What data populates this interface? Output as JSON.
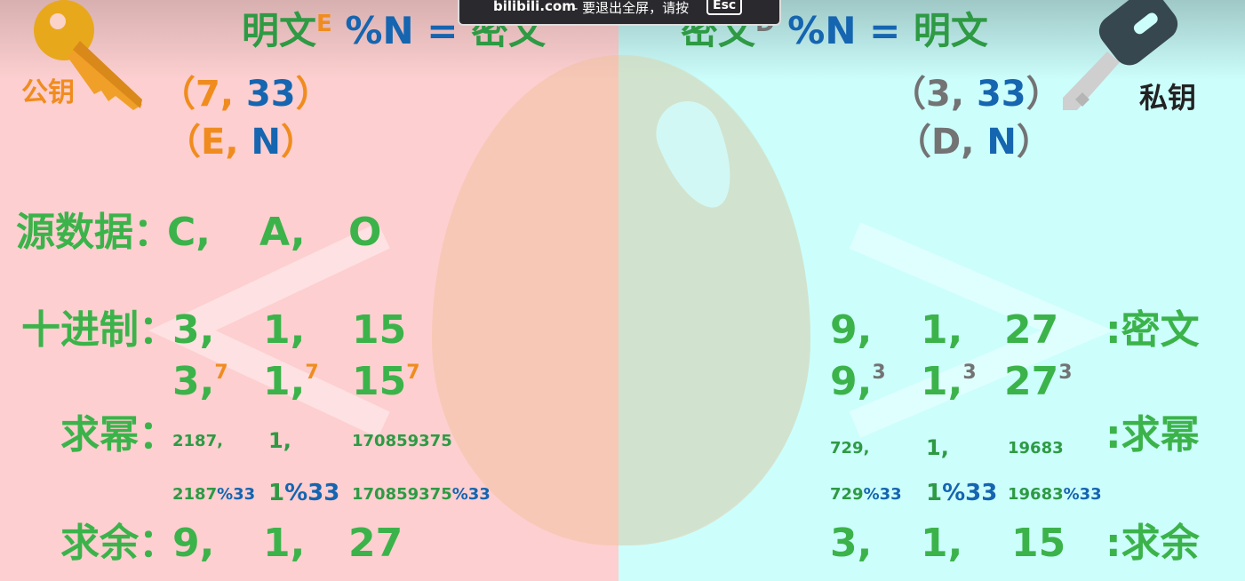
{
  "overlay": {
    "site": "bilibili.com",
    "message": "- 要退出全屏，请按",
    "key": "Esc"
  },
  "left": {
    "formula": {
      "plain": "明文",
      "exp": "E",
      "rest": "%N =",
      "result": "密文"
    },
    "key_label": "公钥",
    "pair": {
      "open": "（",
      "a": "7,",
      "b": "33",
      "close": "）"
    },
    "pair_symbols": {
      "open": "（",
      "a": "E,",
      "b": "N",
      "close": "）"
    },
    "source_label": "源数据：",
    "source": [
      "C,",
      "A,",
      "O"
    ],
    "decimal_label": "十进制：",
    "decimal": [
      "3,",
      "1,",
      "15"
    ],
    "power_base": [
      "3,",
      "1,",
      "15"
    ],
    "power_exp": "7",
    "pow_label": "求幂：",
    "pow_values": [
      "2187,",
      "1,",
      "170859375"
    ],
    "mod_values": [
      {
        "num": "2187",
        "mod": "%33"
      },
      {
        "num": "1",
        "mod": "%33"
      },
      {
        "num": "170859375",
        "mod": "%33"
      }
    ],
    "rem_label": "求余：",
    "rem": [
      "9,",
      "1,",
      "27"
    ]
  },
  "right": {
    "formula": {
      "plain": "密文",
      "exp": "D",
      "rest": "%N =",
      "result": "明文"
    },
    "key_label": "私钥",
    "pair": {
      "open": "（",
      "a": "3,",
      "b": "33",
      "close": "）"
    },
    "pair_symbols": {
      "open": "（",
      "a": "D,",
      "b": "N",
      "close": "）"
    },
    "cipher_label": ":密文",
    "cipher": [
      "9,",
      "1,",
      "27"
    ],
    "power_base": [
      "9,",
      "1,",
      "27"
    ],
    "power_exp": "3",
    "pow_label": ":求幂",
    "pow_values": [
      "729,",
      "1,",
      "19683"
    ],
    "mod_values": [
      {
        "num": "729",
        "mod": "%33"
      },
      {
        "num": "1",
        "mod": "%33"
      },
      {
        "num": "19683",
        "mod": "%33"
      }
    ],
    "rem_label": ":求余",
    "rem": [
      "3,",
      "1,",
      "15"
    ]
  },
  "colors": {
    "green": "#3bb34a",
    "blue": "#1565b0",
    "orange": "#f08c1e",
    "gray": "#737373"
  },
  "icons": {
    "public_key": "gold-key-icon",
    "private_key": "dark-key-icon",
    "less_than": "less-than-symbol",
    "greater_than": "greater-than-symbol"
  }
}
